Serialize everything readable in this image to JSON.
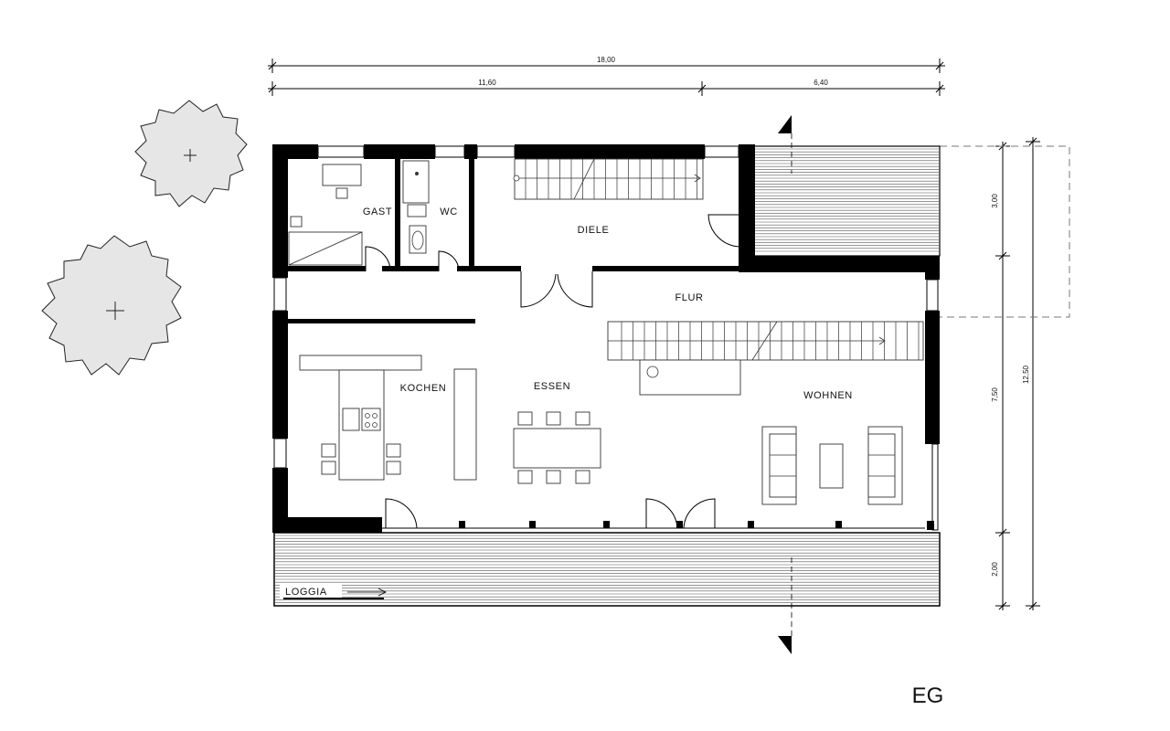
{
  "plan": {
    "floor_label": "EG",
    "dimensions": {
      "overall_width": "18,00",
      "segment_left": "11,60",
      "segment_right": "6,40",
      "depth_total": "12,50",
      "depth_top": "3,00",
      "depth_main": "7,50",
      "depth_loggia": "2,00"
    },
    "rooms": {
      "gast": "GAST",
      "wc": "WC",
      "diele": "DIELE",
      "flur": "FLUR",
      "kochen": "KOCHEN",
      "essen": "ESSEN",
      "wohnen": "WOHNEN",
      "loggia": "LOGGIA"
    }
  }
}
